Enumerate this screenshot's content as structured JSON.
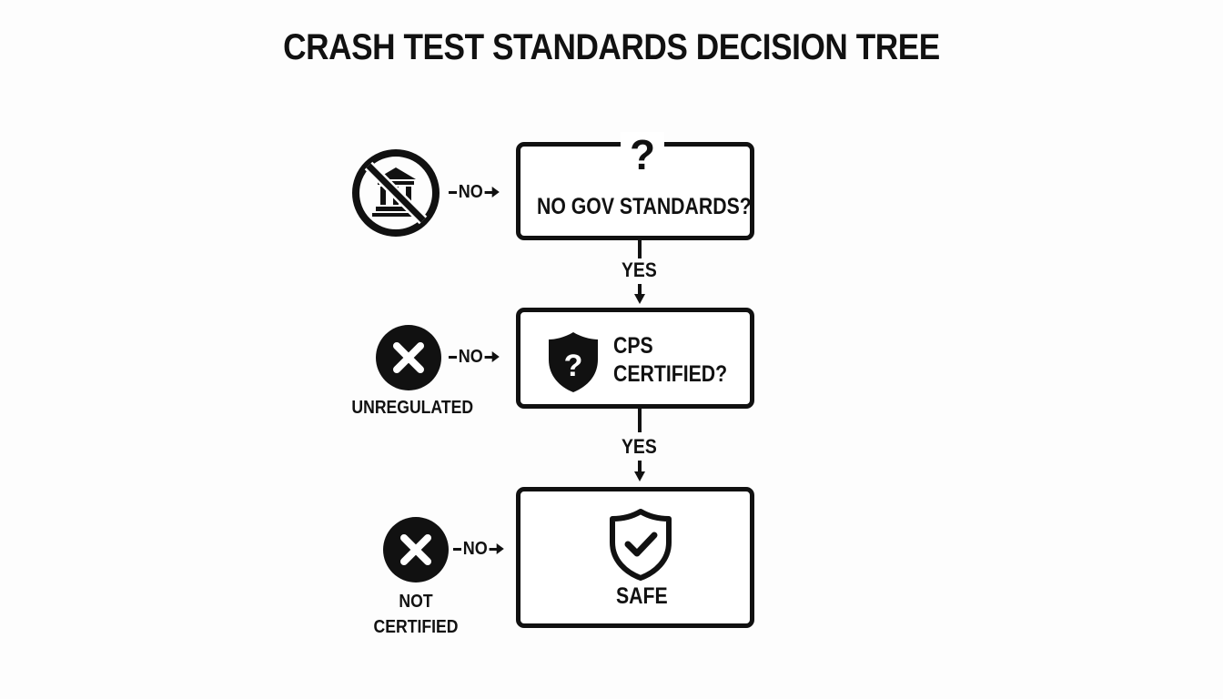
{
  "title": "CRASH TEST STANDARDS DECISION TREE",
  "nodes": [
    {
      "id": "q1",
      "label": "NO GOV STANDARDS?",
      "icon": "question-mark-icon"
    },
    {
      "id": "q2",
      "label_line1": "CPS",
      "label_line2": "CERTIFIED?",
      "icon": "shield-question-icon"
    },
    {
      "id": "result",
      "label": "SAFE",
      "icon": "shield-check-icon"
    }
  ],
  "edges": {
    "yes_label": "YES",
    "no_label": "NO"
  },
  "outcomes": [
    {
      "icon": "no-government-building-icon",
      "label": ""
    },
    {
      "icon": "x-circle-icon",
      "label": "UNREGULATED"
    },
    {
      "icon": "x-circle-icon",
      "label_line1": "NOT",
      "label_line2": "CERTIFIED"
    }
  ],
  "colors": {
    "ink": "#111111",
    "background": "#fdfdfd"
  }
}
